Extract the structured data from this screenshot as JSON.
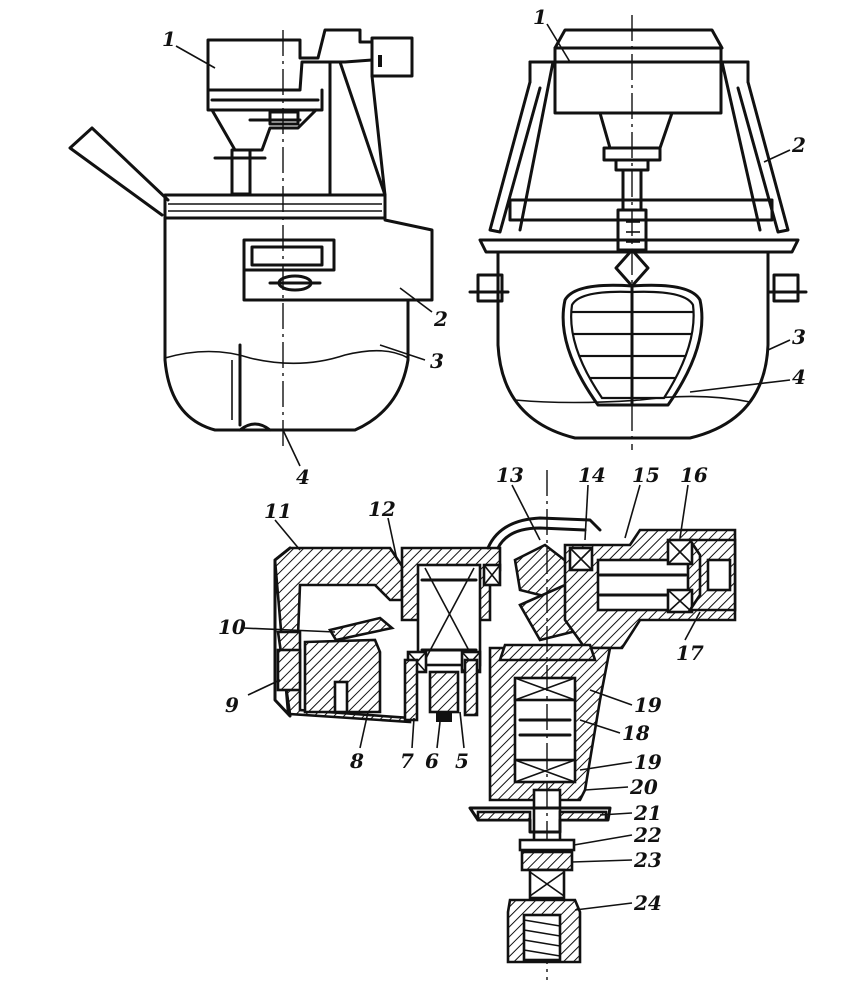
{
  "figures": {
    "side_view": {
      "callouts": [
        "1",
        "2",
        "3",
        "4"
      ]
    },
    "front_view": {
      "callouts": [
        "1",
        "2",
        "3",
        "4"
      ]
    },
    "section_view": {
      "callouts": [
        "5",
        "6",
        "7",
        "8",
        "9",
        "10",
        "11",
        "12",
        "13",
        "14",
        "15",
        "16",
        "17",
        "18",
        "19",
        "19",
        "20",
        "21",
        "22",
        "23",
        "24"
      ]
    }
  }
}
